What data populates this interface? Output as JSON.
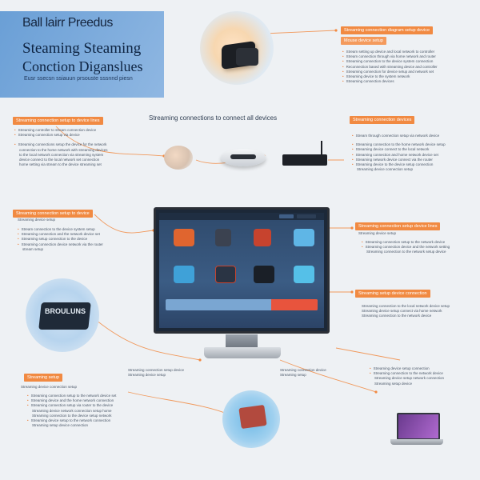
{
  "title": {
    "line1": "Ball lairr Preedus",
    "line2": "Steaming Steaming",
    "line3": "Conction Diganslues",
    "sub": "Eusr ssecsn ssiauun prsouste sssnnd piesn"
  },
  "center_heading": "Streaming connections to connect all devices",
  "monitor_label": "BROULUNS",
  "sections": {
    "top_right": {
      "header": "Streaming connection diagram setup device",
      "sub_header": "Mouse device setup",
      "lines": [
        "Stream setting up device and local network to controller",
        "Stream connection through via home network and router",
        "Streaming connection to the device system connection",
        "Reconnection based with streaming device and controller",
        "Streaming connection for device setup and network set",
        "Streaming device to the system network",
        "Streaming connection devices"
      ]
    },
    "left_1": {
      "header": "Streaming connection setup to device lines",
      "lines": [
        "Streaming controller to stream connection device",
        "Streaming connection setup via device"
      ],
      "paragraph": [
        "Streaming connections setup the device for the network",
        "connection to the home network with streaming devices",
        "to the local network connection via streaming system",
        "device connect to the local network set connection",
        "home setting via stream to the device streaming set"
      ]
    },
    "right_1": {
      "header": "Streaming connection devices",
      "lines": [
        "Stream through connection setup via network device",
        "Streaming connection to the home network device setup",
        "Streaming device connect to the local network",
        "Streaming connection and home network device set",
        "Streaming network device connect via the router",
        "Streaming device to the device setup connection",
        "Streaming device connection setup"
      ]
    },
    "left_2": {
      "header": "Streaming connection setup to device",
      "sub": "Streaming device setup",
      "lines": [
        "Stream connection to the device system setup",
        "Streaming connection and the network device set",
        "Streaming setup connection to the device",
        "Streaming connection device network via the router"
      ],
      "tail": "stream setup"
    },
    "right_2": {
      "header": "Streaming connection setup device lines",
      "sub": "Streaming device setup",
      "lines": [
        "Streaming connection setup to the network device",
        "Streaming connection device and the network setting",
        "Streaming connection to the network setup device"
      ]
    },
    "right_3": {
      "header": "Streaming setup device connection",
      "lines": [
        "Streaming connection to the local network device setup",
        "Streaming device setup connect via home network",
        "Streaming connection to the network device"
      ]
    },
    "left_3": {
      "header": "Streaming setup",
      "sub": "Streaming device connection setup",
      "lines": [
        "Streaming connection setup to the network device set",
        "Streaming device and the home network connection",
        "Streaming connection setup via router to the device",
        "Streaming device network connection setup home",
        "Streaming connection to the device setup network",
        "Streaming device setup to the network connection",
        "Streaming setup device connection"
      ]
    },
    "right_4": {
      "lines": [
        "Streaming device setup connection",
        "Streaming connection to the network device",
        "Streaming device setup network connection",
        "Streaming setup device"
      ]
    },
    "bottom_center_left": {
      "lines": [
        "Streaming connection setup device",
        "Streaming device setup"
      ]
    },
    "bottom_center_right": {
      "lines": [
        "Streaming connection device",
        "Streaming setup"
      ]
    }
  },
  "colors": {
    "accent_orange": "#f18a42",
    "title_blue": "#7aa8da",
    "screen_blue": "#3b5c84",
    "play_red": "#e8543d"
  }
}
